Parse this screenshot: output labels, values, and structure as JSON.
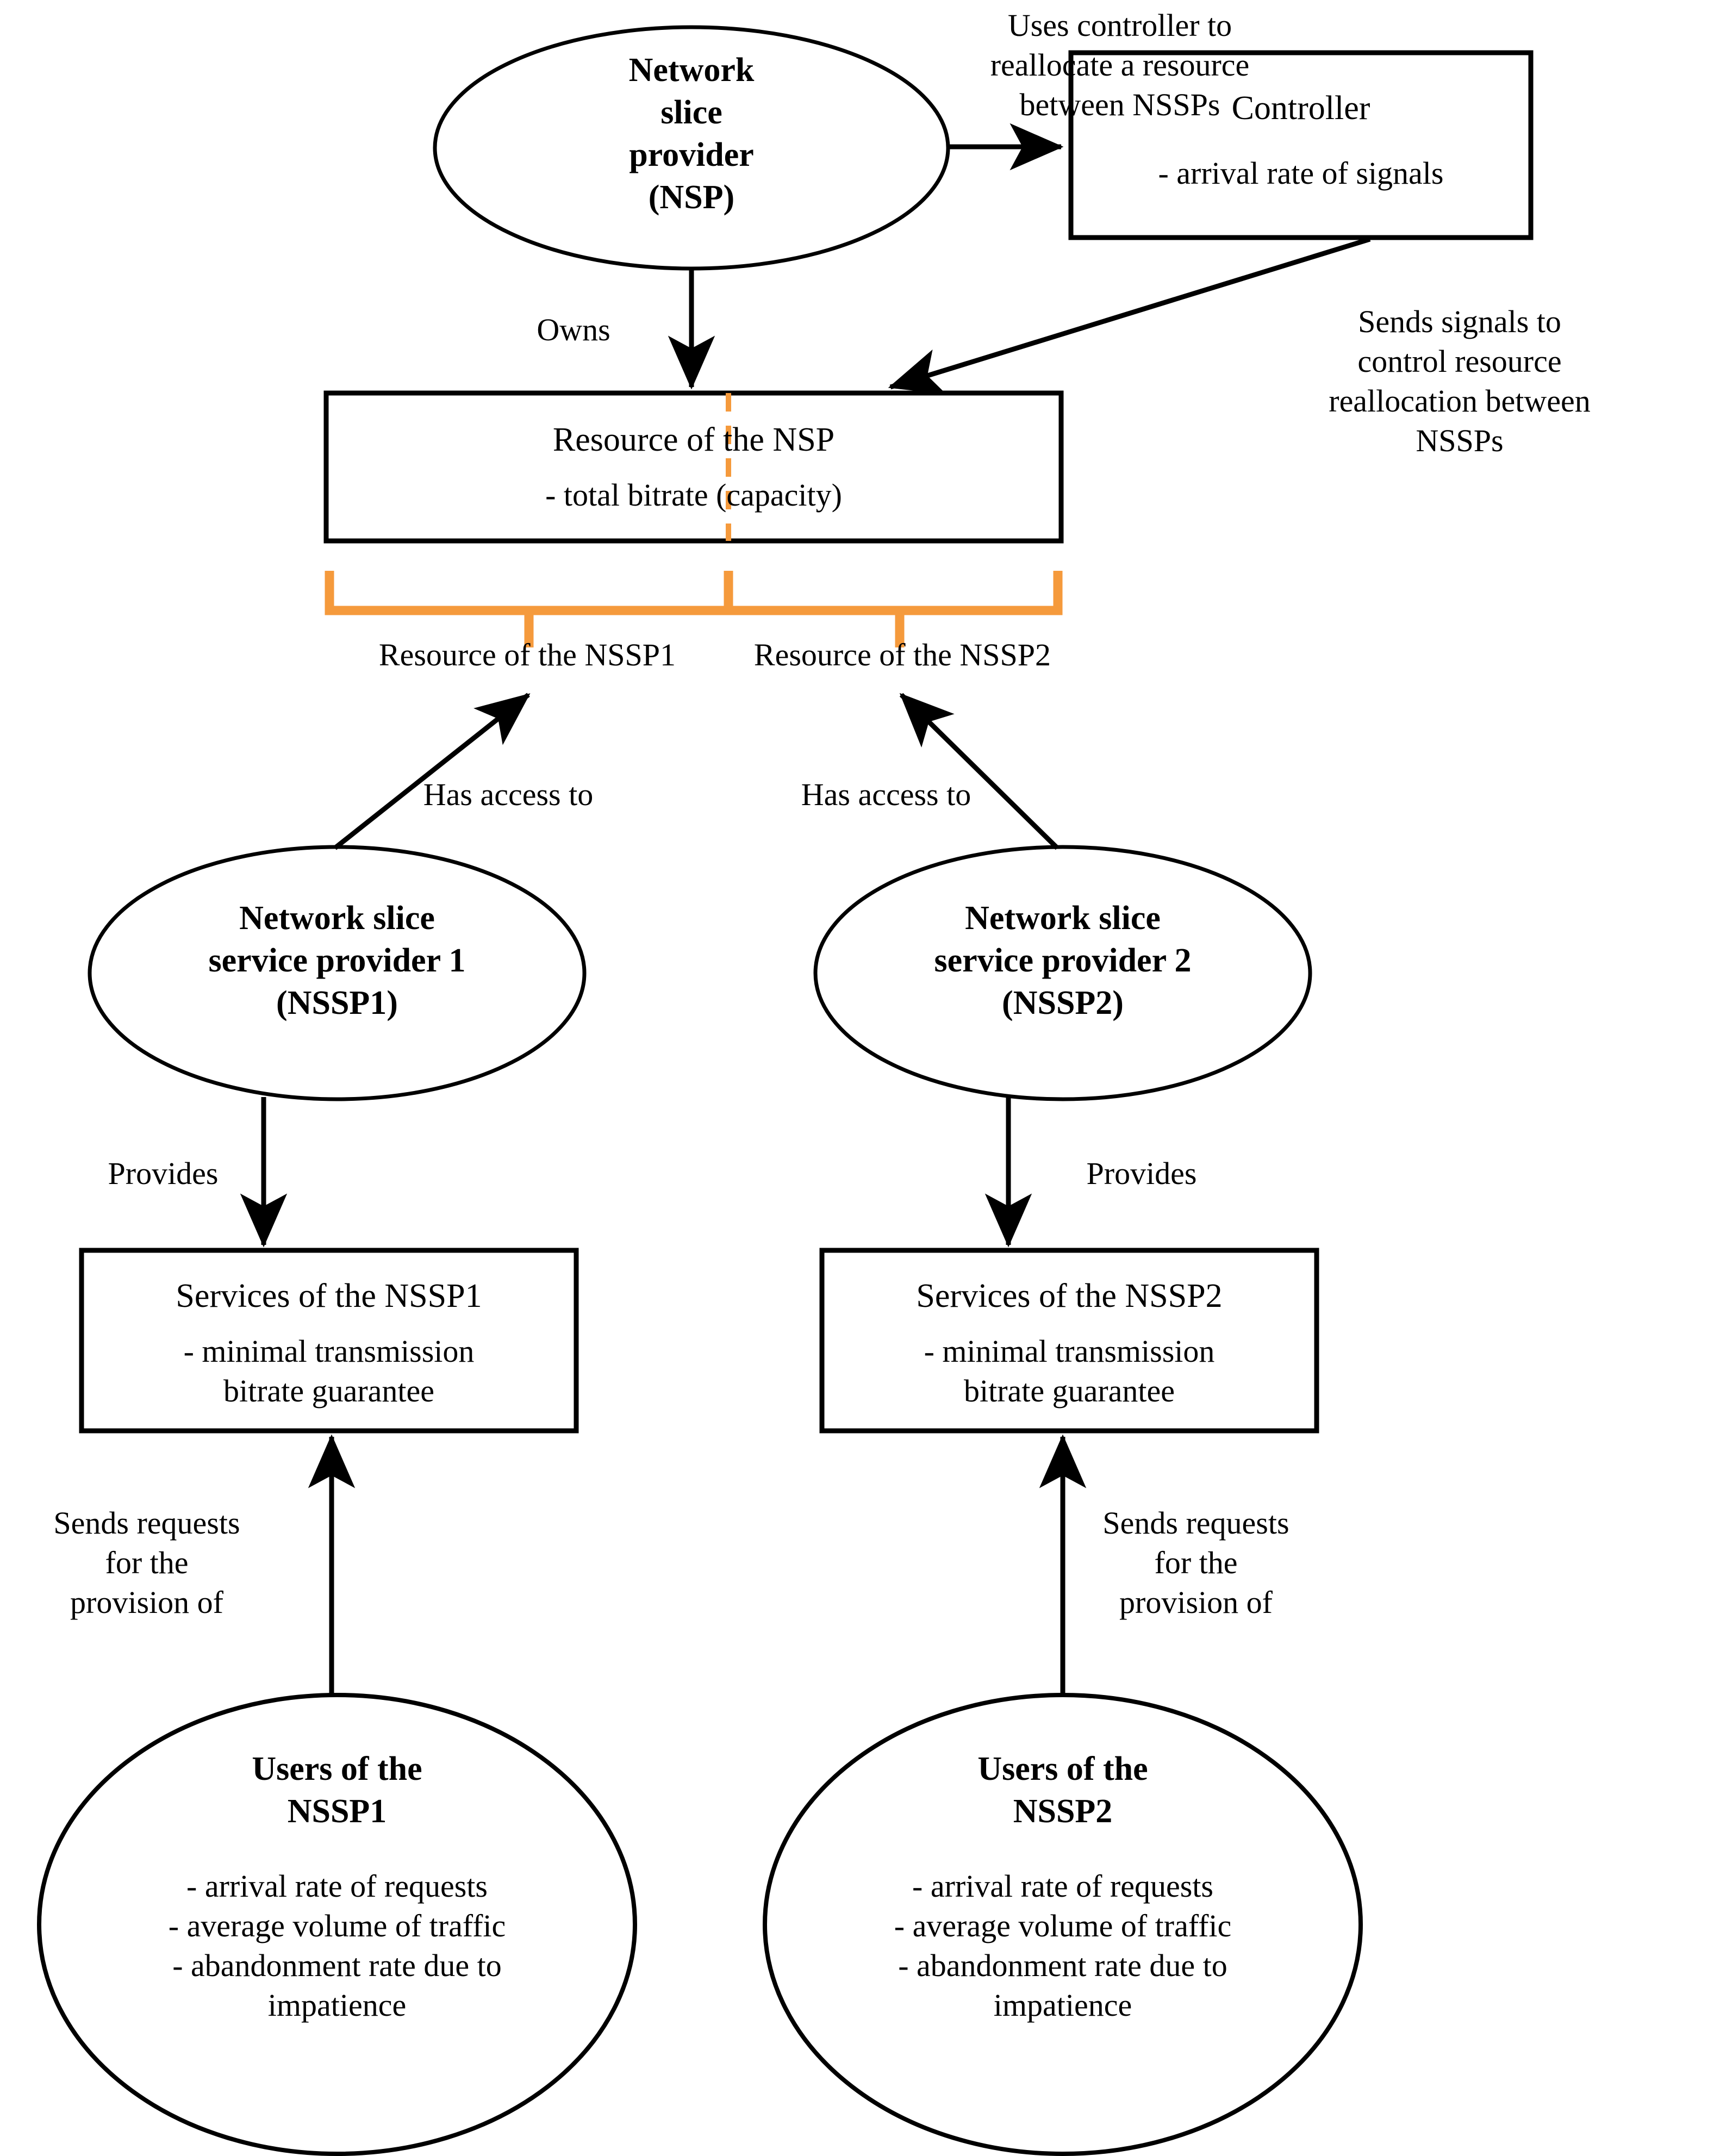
{
  "diagram": {
    "title": "Network slice provider resource allocation architecture",
    "colors": {
      "stroke": "#000000",
      "accent_orange": "#F59A3C",
      "background": "#FFFFFF"
    },
    "nodes": {
      "nsp": {
        "shape": "ellipse",
        "lines": [
          "Network",
          "slice",
          "provider",
          "(NSP)"
        ],
        "bold": true
      },
      "controller": {
        "shape": "rectangle",
        "title": "Controller",
        "attributes": [
          "- arrival rate of signals"
        ]
      },
      "resource_nsp": {
        "shape": "rectangle",
        "title": "Resource of the NSP",
        "attributes": [
          "- total bitrate (capacity)"
        ]
      },
      "resource_nssp1_label": "Resource of the NSSP1",
      "resource_nssp2_label": "Resource of the NSSP2",
      "nssp1": {
        "shape": "ellipse",
        "lines": [
          "Network slice",
          "service provider 1",
          "(NSSP1)"
        ],
        "bold": true
      },
      "nssp2": {
        "shape": "ellipse",
        "lines": [
          "Network slice",
          "service provider 2",
          "(NSSP2)"
        ],
        "bold": true
      },
      "services_nssp1": {
        "shape": "rectangle",
        "title": "Services of the NSSP1",
        "attributes": [
          "- minimal transmission",
          "bitrate guarantee"
        ]
      },
      "services_nssp2": {
        "shape": "rectangle",
        "title": "Services of the NSSP2",
        "attributes": [
          "- minimal transmission",
          "bitrate guarantee"
        ]
      },
      "users_nssp1": {
        "shape": "ellipse",
        "title_lines": [
          "Users of the",
          "NSSP1"
        ],
        "attributes": [
          "- arrival rate of requests",
          "- average volume of traffic",
          "- abandonment rate due to",
          "impatience"
        ]
      },
      "users_nssp2": {
        "shape": "ellipse",
        "title_lines": [
          "Users of the",
          "NSSP2"
        ],
        "attributes": [
          "- arrival rate of requests",
          "- average volume of traffic",
          "- abandonment rate due to",
          "impatience"
        ]
      }
    },
    "edges": {
      "nsp_to_controller": {
        "lines": [
          "Uses controller to",
          "reallocate a resource",
          "between NSSPs"
        ]
      },
      "controller_to_resource": {
        "lines": [
          "Sends signals to",
          "control resource",
          "reallocation between",
          "NSSPs"
        ]
      },
      "nsp_to_resource": {
        "label": "Owns"
      },
      "nssp1_to_resource": {
        "label": "Has access to"
      },
      "nssp2_to_resource": {
        "label": "Has access to"
      },
      "nssp1_to_services": {
        "label": "Provides"
      },
      "nssp2_to_services": {
        "label": "Provides"
      },
      "users1_to_services": {
        "lines": [
          "Sends requests",
          "for the",
          "provision of"
        ]
      },
      "users2_to_services": {
        "lines": [
          "Sends requests",
          "for the",
          "provision of"
        ]
      }
    }
  }
}
